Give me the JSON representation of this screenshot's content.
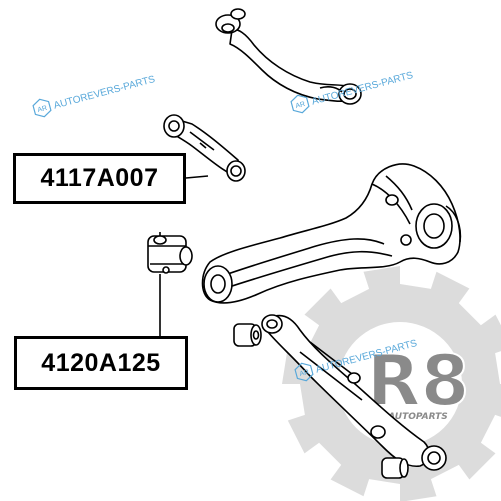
{
  "diagram": {
    "part_labels": [
      {
        "id": "part-label-1",
        "text": "4117A007"
      },
      {
        "id": "part-label-2",
        "text": "4120A125"
      }
    ],
    "watermark": {
      "logo_text": "AR",
      "text": "AUTOREVERS-PARTS",
      "color": "#58a8da"
    },
    "brand_logo": {
      "text": "R8",
      "subtext": "AUTOPARTS",
      "gear_color": "#c0c0c0",
      "text_color": "#8a8a8a"
    },
    "line_color": "#000000"
  }
}
